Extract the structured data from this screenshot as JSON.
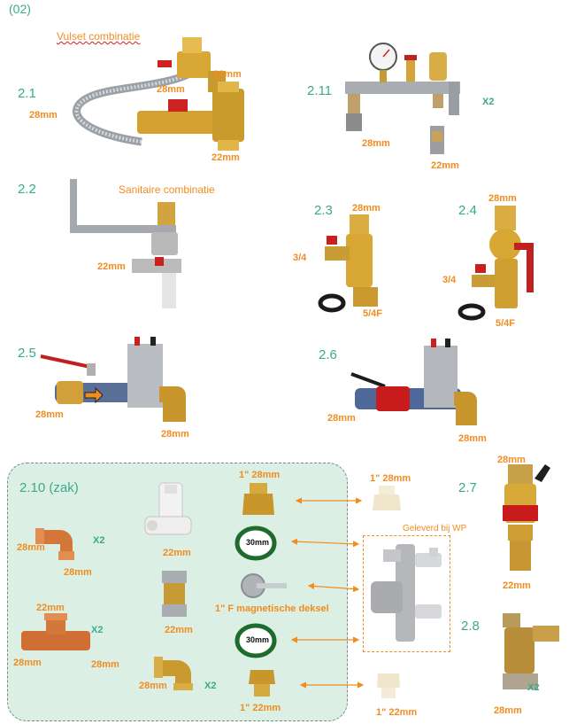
{
  "page": {
    "number": "(02)"
  },
  "colors": {
    "code": "#3aaa8c",
    "dimension": "#f28c1e",
    "arrow": "#f28c1e",
    "bag_bg": "#dcefe4"
  },
  "sections": {
    "s2_1": {
      "code": "2.1",
      "title": "Vulset combinatie",
      "labels": [
        "22mm",
        "28mm",
        "28mm",
        "22mm"
      ]
    },
    "s2_11": {
      "code": "2.11",
      "qty": "X2",
      "labels": [
        "28mm",
        "22mm"
      ]
    },
    "s2_2": {
      "code": "2.2",
      "title": "Sanitaire combinatie",
      "labels": [
        "22mm"
      ]
    },
    "s2_3": {
      "code": "2.3",
      "labels": [
        "28mm",
        "3/4",
        "5/4F"
      ]
    },
    "s2_4": {
      "code": "2.4",
      "labels": [
        "28mm",
        "3/4",
        "5/4F"
      ]
    },
    "s2_5": {
      "code": "2.5",
      "labels": [
        "28mm",
        "28mm"
      ]
    },
    "s2_6": {
      "code": "2.6",
      "labels": [
        "28mm",
        "28mm"
      ]
    },
    "s2_7": {
      "code": "2.7",
      "labels": [
        "28mm",
        "22mm"
      ]
    },
    "s2_8": {
      "code": "2.8",
      "qty": "X2",
      "labels": [
        "28mm"
      ]
    },
    "s2_10": {
      "code": "2.10 (zak)",
      "elbow": {
        "labels": [
          "28mm",
          "28mm"
        ],
        "qty": "X2"
      },
      "tee": {
        "labels": [
          "22mm",
          "28mm",
          "28mm"
        ],
        "qty": "X2"
      },
      "white_valve": {
        "label": "22mm"
      },
      "coupling": {
        "label": "22mm"
      },
      "brass_elbow": {
        "label": "28mm",
        "qty": "X2"
      },
      "brass_28": {
        "label": "1\" 28mm"
      },
      "ring_top": {
        "label": "30mm"
      },
      "magnet": {
        "label": "1\" F magnetische deksel"
      },
      "ring_bottom": {
        "label": "30mm"
      },
      "brass_22": {
        "label": "1\" 22mm"
      }
    },
    "delivered": {
      "label": "Geleverd bij WP",
      "cap_top": "1\" 28mm",
      "cap_bottom": "1\" 22mm"
    }
  }
}
